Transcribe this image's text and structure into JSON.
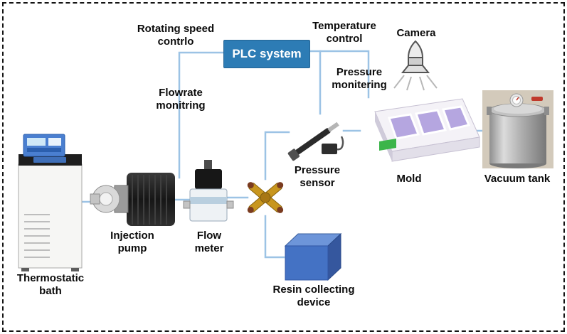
{
  "plc": {
    "label": "PLC system"
  },
  "annotations": {
    "rotating_speed": "Rotating speed\ncontrlo",
    "flowrate_monitoring": "Flowrate\nmonitring",
    "temperature_control": "Temperature\ncontrol",
    "pressure_monitoring": "Pressure\nmonitering"
  },
  "components": {
    "camera": {
      "label": "Camera"
    },
    "thermostatic_bath": {
      "label": "Thermostatic\nbath"
    },
    "injection_pump": {
      "label": "Injection\npump"
    },
    "flow_meter": {
      "label": "Flow\nmeter"
    },
    "pressure_sensor": {
      "label": "Pressure\nsensor"
    },
    "mold": {
      "label": "Mold"
    },
    "vacuum_tank": {
      "label": "Vacuum tank"
    },
    "resin_collecting_device": {
      "label": "Resin collecting\ndevice"
    }
  },
  "colors": {
    "plc_fill": "#2d7cb5",
    "connection_line": "#9cc3e5",
    "resin_cube": "#4472c4",
    "junction_brass": "#c8961e",
    "mold_insert_purple": "#b5a6e0"
  }
}
